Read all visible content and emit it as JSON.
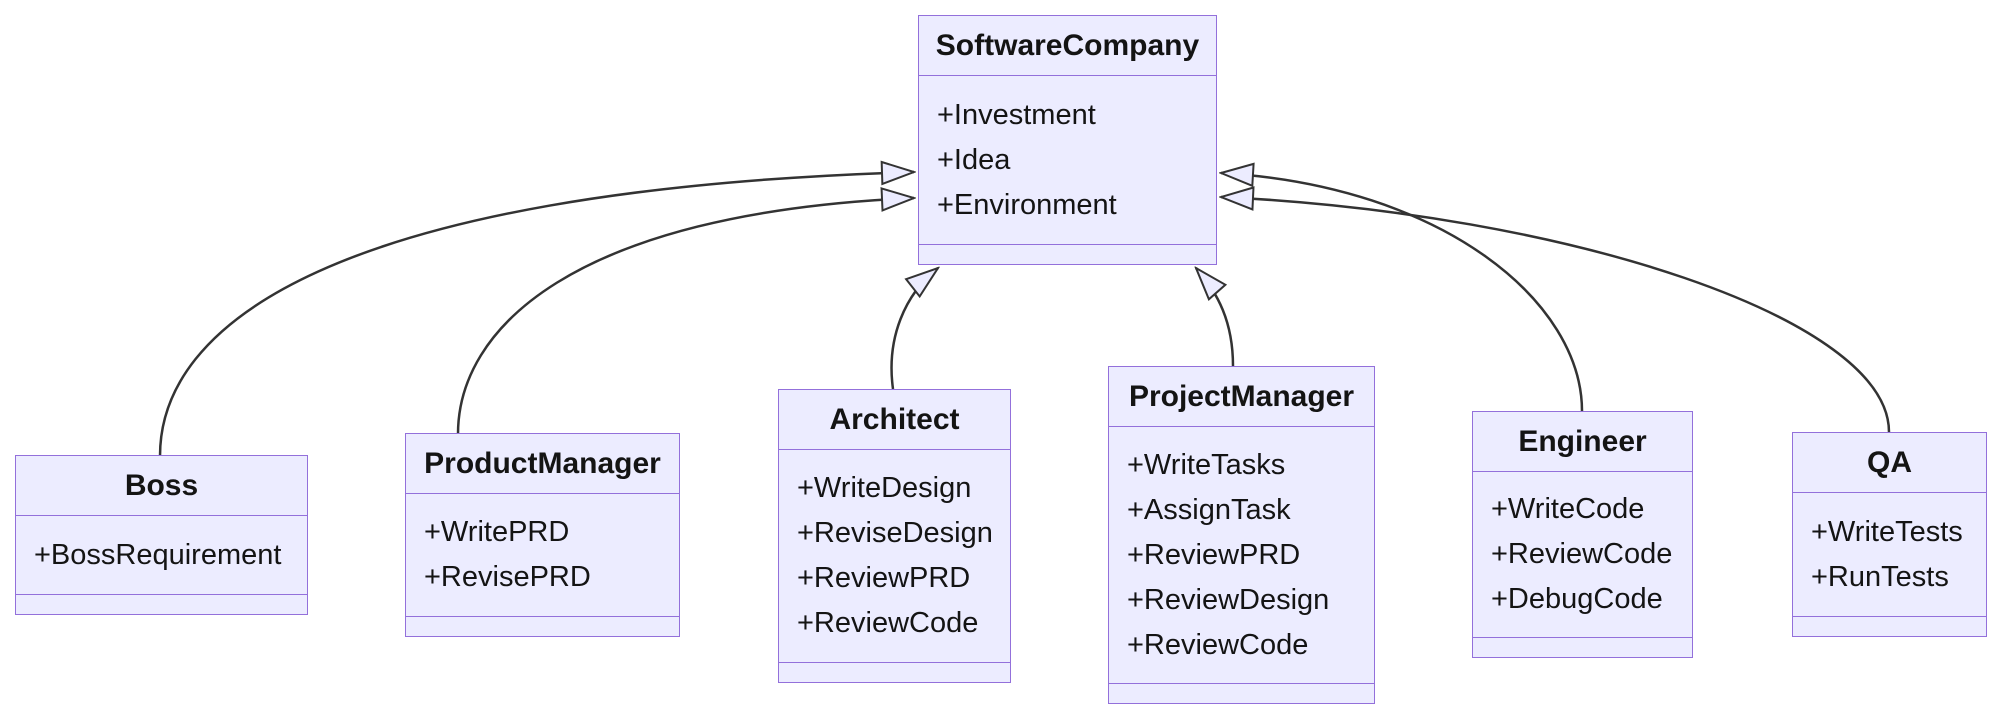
{
  "diagram": {
    "kind": "uml-class-diagram",
    "colors": {
      "background": "#ffffff",
      "box_fill": "#ECECFF",
      "box_border": "#9370DB",
      "edge_line": "#333333",
      "text": "#141414"
    },
    "arrowhead_style": "hollow-triangle-inheritance",
    "classes": [
      {
        "name": "SoftwareCompany",
        "members": [
          "+Investment",
          "+Idea",
          "+Environment"
        ]
      },
      {
        "name": "Boss",
        "members": [
          "+BossRequirement"
        ]
      },
      {
        "name": "ProductManager",
        "members": [
          "+WritePRD",
          "+RevisePRD"
        ]
      },
      {
        "name": "Architect",
        "members": [
          "+WriteDesign",
          "+ReviseDesign",
          "+ReviewPRD",
          "+ReviewCode"
        ]
      },
      {
        "name": "ProjectManager",
        "members": [
          "+WriteTasks",
          "+AssignTask",
          "+ReviewPRD",
          "+ReviewDesign",
          "+ReviewCode"
        ]
      },
      {
        "name": "Engineer",
        "members": [
          "+WriteCode",
          "+ReviewCode",
          "+DebugCode"
        ]
      },
      {
        "name": "QA",
        "members": [
          "+WriteTests",
          "+RunTests"
        ]
      }
    ],
    "relations": [
      {
        "from": "Boss",
        "to": "SoftwareCompany",
        "type": "inheritance"
      },
      {
        "from": "ProductManager",
        "to": "SoftwareCompany",
        "type": "inheritance"
      },
      {
        "from": "Architect",
        "to": "SoftwareCompany",
        "type": "inheritance"
      },
      {
        "from": "ProjectManager",
        "to": "SoftwareCompany",
        "type": "inheritance"
      },
      {
        "from": "Engineer",
        "to": "SoftwareCompany",
        "type": "inheritance"
      },
      {
        "from": "QA",
        "to": "SoftwareCompany",
        "type": "inheritance"
      }
    ]
  }
}
